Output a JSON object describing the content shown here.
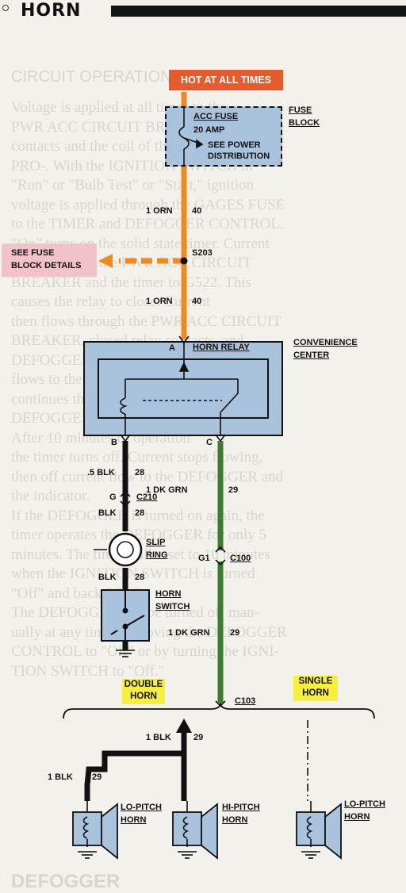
{
  "header": {
    "title": "HORN"
  },
  "background_text": {
    "heading": "CIRCUIT OPERATION",
    "lines": [
      "Voltage is applied at all times to the",
      "PWR ACC CIRCUIT BREAKER. With the",
      "contacts and the coil of the timer relay",
      "PRO-. With the IGNITION SWITCH in",
      "\"Run\" or \"Bulb Test\" or \"Start,\" ignition",
      "voltage is applied through the GAGES FUSE",
      "to the TIMER and DEFOGGER CONTROL.",
      "     \"On\" turns on the solid state timer. Current",
      "flows through the PWR ACC CIRCUIT",
      "BREAKER and the timer to G522. This",
      "causes the relay to close. Current",
      "then flows through the PWR ACC CIRCUIT",
      "BREAKER, closed relay contacts, and",
      "DEFOGGER CONTROL. Current also",
      "flows to the DEFOGGER. Current flow",
      "continues through the closed relay contacts",
      "DEFOGGER CONTROL.",
      "  After 10 minutes of operation",
      "the timer turns off. Current stops flowing,",
      "then off current flow to the DEFOGGER and",
      "the indicator.",
      "  If the DEFOGGER is turned on again, the",
      "timer operates the DEFOGGER for only 5",
      "minutes. The timer will reset to 10 minutes",
      "when the IGNITION SWITCH is turned",
      "\"Off\" and back \"On.\"",
      "  The DEFOGGER can be turned off man-",
      "ually at any time by moving the DEFOGGER",
      "CONTROL to \"Off\" or by turning the IGNI-",
      "TION SWITCH to \"Off.\""
    ],
    "footer": "DEFOGGER"
  },
  "labels": {
    "hot_at_all_times": "HOT AT ALL TIMES",
    "acc_fuse": "ACC FUSE",
    "amp": "20 AMP",
    "see_power_1": "SEE POWER",
    "see_power_2": "DISTRIBUTION",
    "fuse_block_1": "FUSE",
    "fuse_block_2": "BLOCK",
    "wire_top": "1 ORN",
    "wire_top_circuit": "40",
    "see_fuse_1": "SEE FUSE",
    "see_fuse_2": "BLOCK DETAILS",
    "splice": "S203",
    "wire_mid": "1 ORN",
    "wire_mid_circuit": "40",
    "terminal_a": "A",
    "horn_relay": "HORN RELAY",
    "convenience_1": "CONVENIENCE",
    "convenience_2": "CENTER",
    "terminal_b": "B",
    "terminal_c": "C",
    "wire_blk5": ".5 BLK",
    "wire_blk5_circuit": "28",
    "wire_dkgrn": "1 DK GRN",
    "wire_dkgrn_circuit": "29",
    "connector_g": "G",
    "connector_c210": "C210",
    "wire_blk": "BLK",
    "wire_blk_circuit": "28",
    "slip_ring_1": "SLIP",
    "slip_ring_2": "RING",
    "connector_g1": "G1",
    "connector_c100": "C100",
    "wire_blk2": "BLK",
    "wire_blk2_circuit": "28",
    "horn_switch_1": "HORN",
    "horn_switch_2": "SWITCH",
    "wire_dkgrn2": "1 DK GRN",
    "wire_dkgrn2_circuit": "29",
    "double_horn_1": "DOUBLE",
    "double_horn_2": "HORN",
    "single_horn_1": "SINGLE",
    "single_horn_2": "HORN",
    "connector_c103": "C103",
    "wire_1blk": "1 BLK",
    "wire_1blk_circuit": "29",
    "wire_1blk_left": "1 BLK",
    "wire_1blk_left_circuit": "29",
    "lo_pitch_1": "LO-PITCH",
    "lo_pitch_2": "HORN",
    "hi_pitch_1": "HI-PITCH",
    "hi_pitch_2": "HORN",
    "lo_pitch_single_1": "LO-PITCH",
    "lo_pitch_single_2": "HORN"
  },
  "colors": {
    "orange_wire": "#ef8a1e",
    "green_wire": "#3a7d2c",
    "black_wire": "#111111",
    "component_fill": "#a9c3dc",
    "hot_badge": "#e55b2b",
    "highlight_yellow": "#f7ef3a",
    "callout_pink": "#f1c2c9"
  }
}
